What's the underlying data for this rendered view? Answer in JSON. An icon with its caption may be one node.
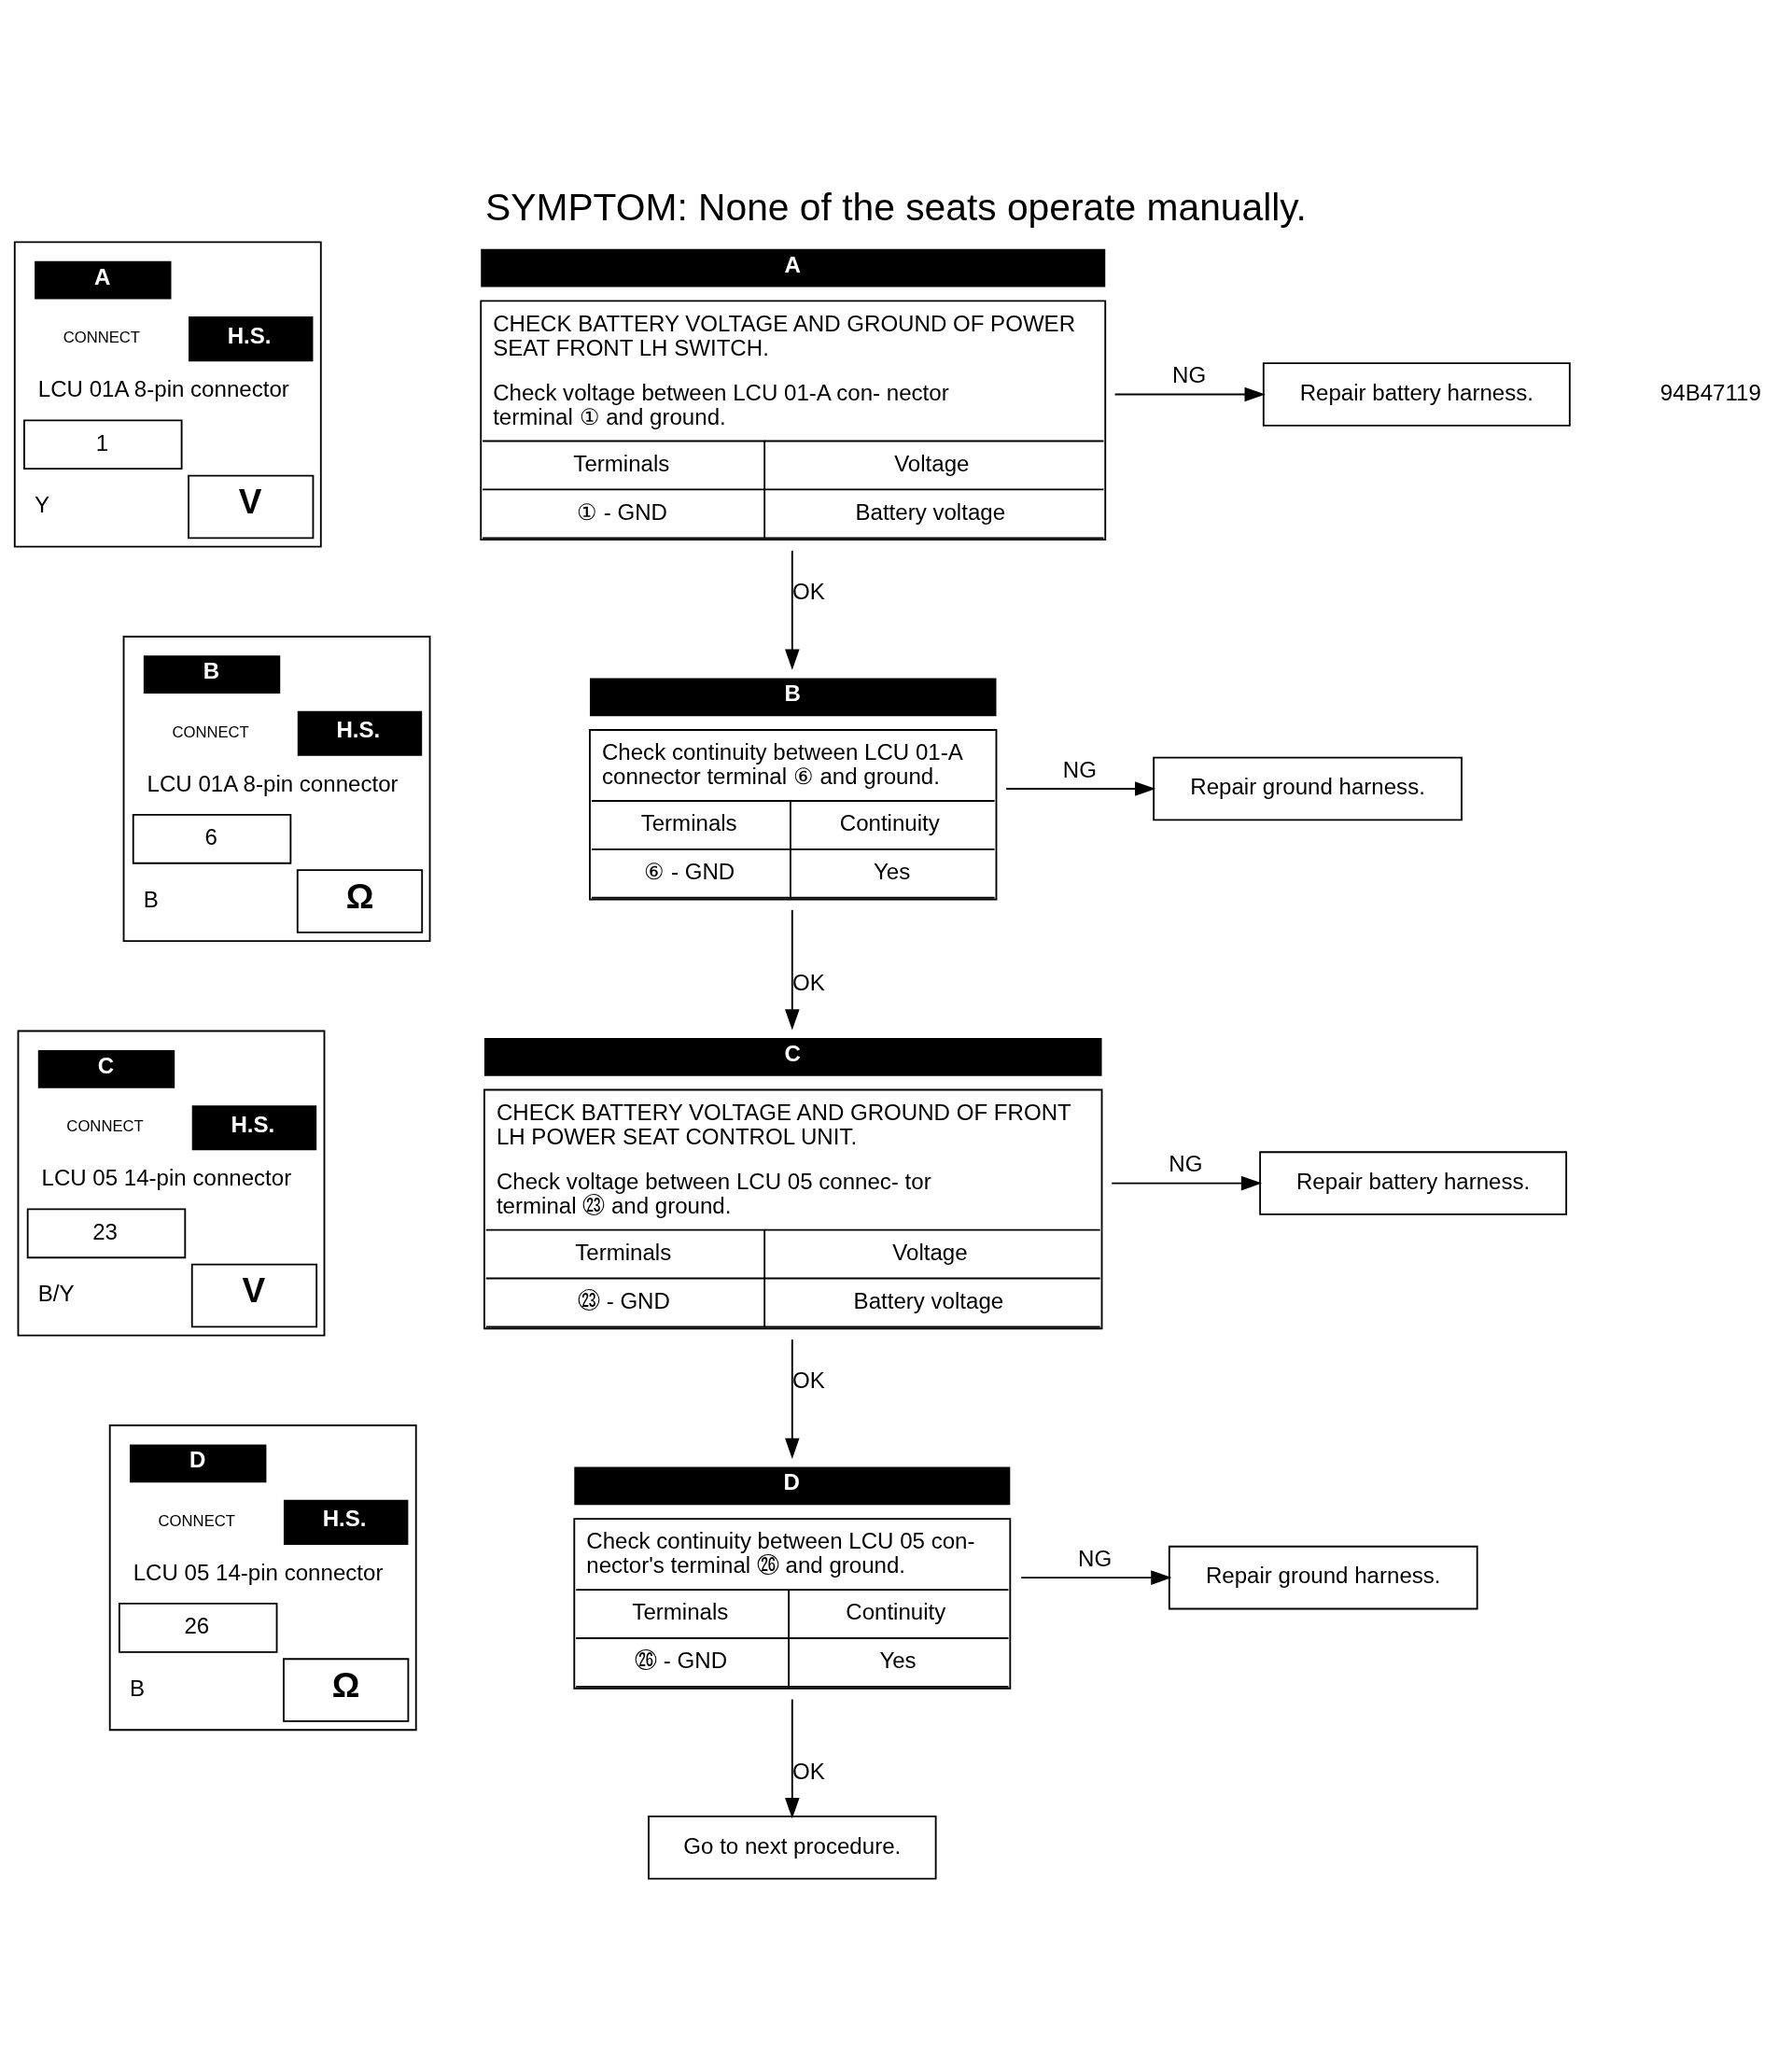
{
  "diagram": {
    "title": "SYMPTOM: None of the seats operate manually.",
    "nodes": [
      {
        "text": [
          "A",
          "CONNECT",
          "H.S.",
          "LCU 01A 8-pin connector",
          "1",
          "Y",
          "V"
        ]
      },
      {
        "text": [
          "B",
          "CONNECT",
          "H.S.",
          "LCU 01A 8-pin connector",
          "6",
          "B",
          "Ω"
        ]
      },
      {
        "text": [
          "C",
          "CONNECT",
          "H.S.",
          "LCU 05 14-pin connector",
          "23",
          "B/Y",
          "V"
        ]
      },
      {
        "text": [
          "D",
          "CONNECT",
          "H.S.",
          "LCU 05 14-pin connector",
          "26",
          "B",
          "Ω"
        ]
      },
      {
        "text": [
          "CHECK BATTERY VOLTAGE AND GROUND OF POWER SEAT FRONT LH SWITCH.",
          "Check voltage between LCU 01-A con- nector terminal ① and ground.",
          "Terminals",
          "Voltage",
          "① - GND",
          "Battery voltage"
        ],
        "beside": [
          "A"
        ]
      },
      {
        "text": [
          "Repair battery harness."
        ]
      },
      {
        "text": [
          "Check continuity between LCU 01-A connector terminal ⑥ and ground.",
          "Terminals",
          "Continuity",
          "⑥ - GND",
          "Yes"
        ],
        "beside": [
          "B"
        ]
      },
      {
        "text": [
          "Repair ground harness."
        ]
      },
      {
        "text": [
          "CHECK BATTERY VOLTAGE AND GROUND OF FRONT LH POWER SEAT CONTROL UNIT.",
          "Check voltage between LCU 05 connec- tor terminal ㉓ and ground.",
          "Terminals",
          "Voltage",
          "㉓ - GND",
          "Battery voltage"
        ],
        "beside": [
          "C"
        ]
      },
      {
        "text": [
          "Repair battery harness."
        ]
      },
      {
        "text": [
          "Check continuity between LCU 05 con- nector's terminal ㉖ and ground.",
          "Terminals",
          "Continuity",
          "㉖ - GND",
          "Yes"
        ],
        "beside": [
          "D"
        ]
      },
      {
        "text": [
          "Repair ground harness."
        ]
      },
      {
        "text": [
          "Go to next procedure."
        ]
      }
    ],
    "edges": [
      {
        "from": 4,
        "to": 5,
        "arrow": "to",
        "label": "NG"
      },
      {
        "from": 4,
        "to": 6,
        "arrow": "to",
        "label": "OK"
      },
      {
        "from": 6,
        "to": 7,
        "arrow": "to",
        "label": "NG"
      },
      {
        "from": 6,
        "to": 8,
        "arrow": "to",
        "label": "OK"
      },
      {
        "from": 8,
        "to": 9,
        "arrow": "to",
        "label": "NG"
      },
      {
        "from": 8,
        "to": 10,
        "arrow": "to",
        "label": "OK"
      },
      {
        "from": 10,
        "to": 11,
        "arrow": "to",
        "label": "NG"
      },
      {
        "from": 10,
        "to": 12,
        "arrow": "to",
        "label": "OK"
      }
    ],
    "labels": [
      "94B47119"
    ]
  }
}
